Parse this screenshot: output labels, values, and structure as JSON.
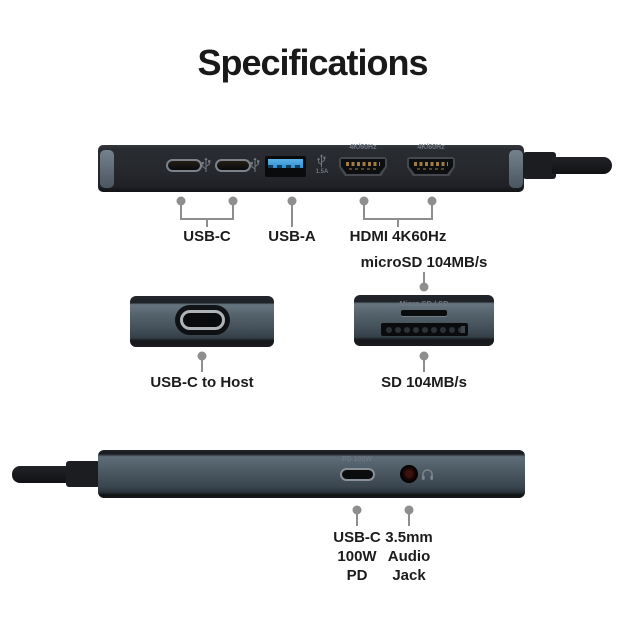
{
  "title": "Specifications",
  "colors": {
    "background": "#ffffff",
    "label_text": "#1c1c1c",
    "callout_gray": "#8e8e8e",
    "device_dark": "#26282d",
    "device_slate": "#4e5c66",
    "usb_a_blue": "#3f9edd",
    "hdmi_pins_gold": "#a07c46",
    "device_print_gray": "#6d7681"
  },
  "top_view": {
    "hdmi_prints": [
      "4K/60Hz",
      "4K/60Hz"
    ],
    "usba_print": "1.5A",
    "callout_usb_c": "USB-C",
    "callout_usb_a": "USB-A",
    "callout_hdmi": "HDMI 4K60Hz"
  },
  "host_view": {
    "callout": "USB-C to Host"
  },
  "card_view": {
    "print": "Micro SD / SD",
    "callout_top": "microSD 104MB/s",
    "callout_bottom": "SD 104MB/s"
  },
  "front_view": {
    "print_pd": "PD 100W",
    "callout_pd": [
      "USB-C",
      "100W",
      "PD"
    ],
    "callout_audio": [
      "3.5mm",
      "Audio",
      "Jack"
    ]
  },
  "icons": {
    "usb": "usb-trident",
    "headphones": "headphones"
  }
}
